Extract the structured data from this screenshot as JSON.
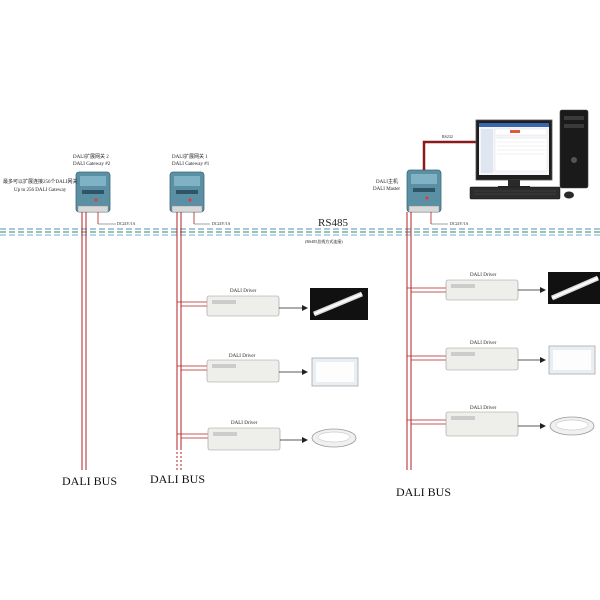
{
  "gateways": [
    {
      "name_cn": "DALI扩展网关 2",
      "name_en": "DALI Gateway #2"
    },
    {
      "name_cn": "DALI扩展网关 1",
      "name_en": "DALI Gateway #1"
    }
  ],
  "master": {
    "name_cn": "DALI主机",
    "name_en": "DALI Master"
  },
  "expand_note": {
    "line1": "最多可以扩展连接256个DALI网关",
    "line2": "Up to 256 DALI Gateway"
  },
  "power_labels": [
    "DC24V/1A",
    "DC24V/1A",
    "DC24V/1A"
  ],
  "rs232_label": "RS232",
  "rs485_label": "RS485",
  "rs485_note": "(RS485总线方式连接)",
  "driver_label": "DALI Driver",
  "bus_labels": [
    "DALI BUS",
    "DALI BUS",
    "DALI BUS"
  ],
  "colors": {
    "bus_red": "#b22222",
    "rs485_green": "#2e8b57",
    "rs485_blue": "#4a90c2",
    "device_teal": "#5b8fa3"
  }
}
